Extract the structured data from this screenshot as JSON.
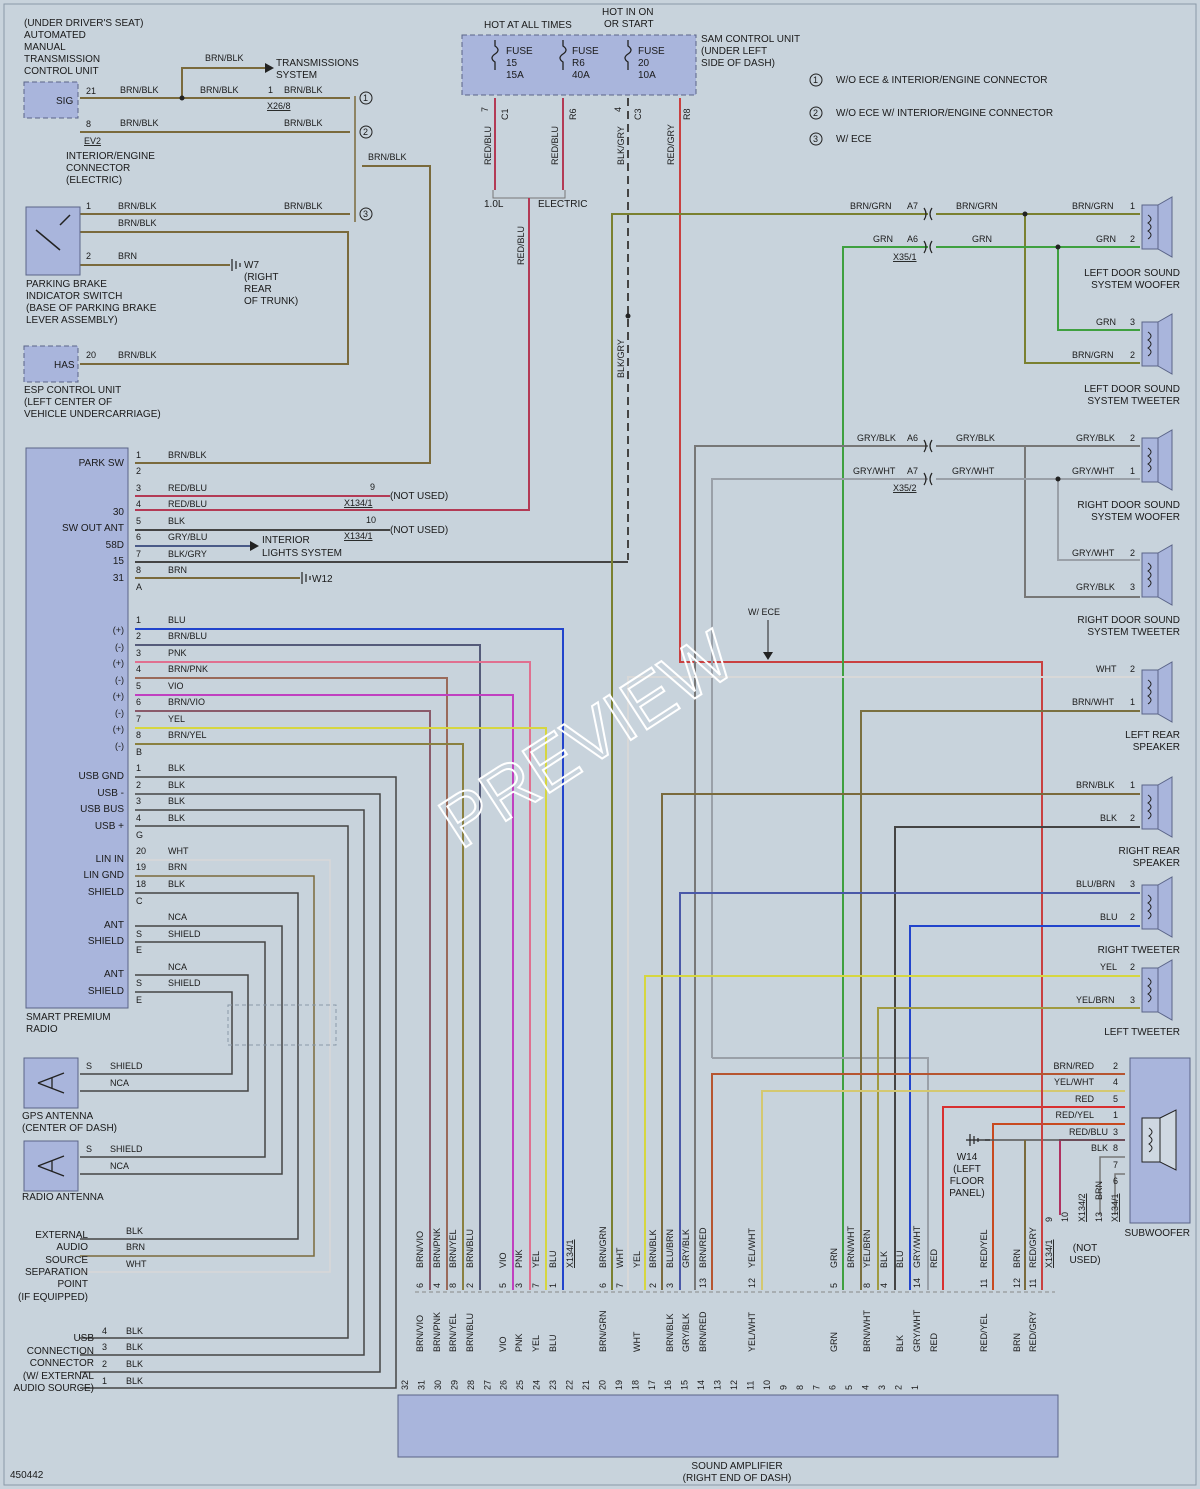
{
  "diagram": {
    "id": "450442",
    "watermark": "PREVIEW",
    "header": {
      "hot_all_times": "HOT AT ALL TIMES",
      "hot_in_on": "HOT IN ON",
      "or_start": "OR START",
      "sam_1": "SAM CONTROL UNIT",
      "sam_2": "(UNDER LEFT",
      "sam_3": "SIDE OF DASH)",
      "fuses": [
        {
          "label": "FUSE",
          "number": "15",
          "rating": "15A",
          "wire": "RED/BLU",
          "pin": "7",
          "conn": "C1"
        },
        {
          "label": "FUSE",
          "number": "R6",
          "rating": "40A",
          "wire": "RED/BLU",
          "pin": "",
          "conn": "R6"
        },
        {
          "label": "FUSE",
          "number": "20",
          "rating": "10A",
          "wire": "BLK/GRY",
          "pin": "4",
          "conn": "C3"
        },
        {
          "label": "",
          "number": "",
          "rating": "",
          "wire": "RED/GRY",
          "pin": "",
          "conn": "R8"
        }
      ],
      "engine_1": "1.0L",
      "engine_2": "ELECTRIC"
    },
    "legend": [
      {
        "num": "1",
        "text": "W/O ECE & INTERIOR/ENGINE CONNECTOR"
      },
      {
        "num": "2",
        "text": "W/O ECE W/ INTERIOR/ENGINE CONNECTOR"
      },
      {
        "num": "3",
        "text": "W/ ECE"
      }
    ],
    "left_top": {
      "tcu": [
        "(UNDER DRIVER'S SEAT)",
        "AUTOMATED",
        "MANUAL",
        "TRANSMISSION",
        "CONTROL UNIT"
      ],
      "sig": "SIG",
      "pin21": "21",
      "pin8": "8",
      "ev2": "EV2",
      "brnblk": "BRN/BLK",
      "brn": "BRN",
      "trans_1": "TRANSMISSIONS",
      "trans_2": "SYSTEM",
      "x268": "X26/8",
      "pin1": "1",
      "pin2": "2",
      "pin20": "20",
      "interior": [
        "INTERIOR/ENGINE",
        "CONNECTOR",
        "(ELECTRIC)"
      ],
      "parking": [
        "PARKING BRAKE",
        "INDICATOR SWITCH",
        "(BASE OF PARKING BRAKE",
        "LEVER ASSEMBLY)"
      ],
      "w7": [
        "W7",
        "(RIGHT",
        "REAR",
        "OF TRUNK)"
      ],
      "has": "HAS",
      "esp": [
        "ESP CONTROL UNIT",
        "(LEFT CENTER OF",
        "VEHICLE UNDERCARRIAGE)"
      ]
    },
    "radio": {
      "name_1": "SMART PREMIUM",
      "name_2": "RADIO",
      "labels": [
        "PARK SW",
        "30",
        "SW OUT ANT",
        "58D",
        "15",
        "31"
      ],
      "conn_a": [
        {
          "pin": "1",
          "wire": "BRN/BLK"
        },
        {
          "pin": "2",
          "wire": ""
        },
        {
          "pin": "3",
          "wire": "RED/BLU"
        },
        {
          "pin": "4",
          "wire": "RED/BLU"
        },
        {
          "pin": "5",
          "wire": "BLK"
        },
        {
          "pin": "6",
          "wire": "GRY/BLU"
        },
        {
          "pin": "7",
          "wire": "BLK/GRY"
        },
        {
          "pin": "8",
          "wire": "BRN"
        }
      ],
      "letter_a": "A",
      "not_used": "(NOT USED)",
      "x1341": "X134/1",
      "pin9": "9",
      "pin10": "10",
      "interior_lights_1": "INTERIOR",
      "interior_lights_2": "LIGHTS SYSTEM",
      "w12": "W12",
      "conn_b": [
        {
          "pol": "(+)",
          "pin": "1",
          "wire": "BLU"
        },
        {
          "pol": "(-)",
          "pin": "2",
          "wire": "BRN/BLU"
        },
        {
          "pol": "(+)",
          "pin": "3",
          "wire": "PNK"
        },
        {
          "pol": "(-)",
          "pin": "4",
          "wire": "BRN/PNK"
        },
        {
          "pol": "(+)",
          "pin": "5",
          "wire": "VIO"
        },
        {
          "pol": "(-)",
          "pin": "6",
          "wire": "BRN/VIO"
        },
        {
          "pol": "(+)",
          "pin": "7",
          "wire": "YEL"
        },
        {
          "pol": "(-)",
          "pin": "8",
          "wire": "BRN/YEL"
        }
      ],
      "letter_b": "B",
      "usb_labels": [
        "USB GND",
        "USB -",
        "USB BUS",
        "USB +"
      ],
      "conn_g": [
        {
          "pin": "1",
          "wire": "BLK"
        },
        {
          "pin": "2",
          "wire": "BLK"
        },
        {
          "pin": "3",
          "wire": "BLK"
        },
        {
          "pin": "4",
          "wire": "BLK"
        }
      ],
      "letter_g": "G",
      "lin_labels": [
        "LIN IN",
        "LIN GND",
        "SHIELD"
      ],
      "conn_c": [
        {
          "pin": "20",
          "wire": "WHT"
        },
        {
          "pin": "19",
          "wire": "BRN"
        },
        {
          "pin": "18",
          "wire": "BLK"
        }
      ],
      "letter_c": "C",
      "ant": "ANT",
      "shield": "SHIELD",
      "s": "S",
      "nca": "NCA",
      "letter_e": "E"
    },
    "antennas": {
      "gps_1": "GPS ANTENNA",
      "gps_2": "(CENTER OF DASH)",
      "radio_ant": "RADIO ANTENNA",
      "shield": "SHIELD",
      "nca": "NCA",
      "s": "S"
    },
    "external": {
      "lines": [
        "EXTERNAL",
        "AUDIO",
        "SOURCE",
        "SEPARATION",
        "POINT",
        "(IF EQUIPPED)"
      ],
      "wires": [
        "BLK",
        "BRN",
        "WHT"
      ]
    },
    "usb_conn": {
      "lines": [
        "USB",
        "CONNECTION",
        "CONNECTOR",
        "(W/ EXTERNAL",
        "AUDIO SOURCE)"
      ],
      "pins": [
        {
          "pin": "4",
          "wire": "BLK"
        },
        {
          "pin": "3",
          "wire": "BLK"
        },
        {
          "pin": "2",
          "wire": "BLK"
        },
        {
          "pin": "1",
          "wire": "BLK"
        }
      ]
    },
    "speakers": {
      "lw_woofer": [
        "LEFT DOOR SOUND",
        "SYSTEM WOOFER"
      ],
      "lw_tweeter": [
        "LEFT DOOR SOUND",
        "SYSTEM TWEETER"
      ],
      "rw_woofer": [
        "RIGHT DOOR SOUND",
        "SYSTEM WOOFER"
      ],
      "rw_tweeter": [
        "RIGHT DOOR SOUND",
        "SYSTEM TWEETER"
      ],
      "left_rear": [
        "LEFT REAR",
        "SPEAKER"
      ],
      "right_rear": [
        "RIGHT REAR",
        "SPEAKER"
      ],
      "right_tweeter": "RIGHT TWEETER",
      "left_tweeter": "LEFT TWEETER",
      "subwoofer": "SUBWOOFER",
      "brngrn": "BRN/GRN",
      "grn": "GRN",
      "a7": "A7",
      "a6": "A6",
      "x351": "X35/1",
      "x352": "X35/2",
      "grybl": "GRY/BLK",
      "grywht": "GRY/WHT",
      "wht": "WHT",
      "brnwht": "BRN/WHT",
      "brnblk": "BRN/BLK",
      "blk": "BLK",
      "blubrn": "BLU/BRN",
      "blu": "BLU",
      "yel": "YEL",
      "yelbrn": "YEL/BRN",
      "p1": "1",
      "p2": "2",
      "p3": "3",
      "wece": "W/ ECE"
    },
    "subwoofer_pins": [
      {
        "wire": "BRN/RED",
        "pin": "2"
      },
      {
        "wire": "YEL/WHT",
        "pin": "4"
      },
      {
        "wire": "RED",
        "pin": "5"
      },
      {
        "wire": "RED/YEL",
        "pin": "1"
      },
      {
        "wire": "RED/BLU",
        "pin": "3"
      },
      {
        "wire": "BLK",
        "pin": "8"
      },
      {
        "wire": "",
        "pin": "7"
      },
      {
        "wire": "",
        "pin": "6"
      }
    ],
    "w14": [
      "W14",
      "(LEFT",
      "FLOOR",
      "PANEL)"
    ],
    "sub_bottom": {
      "p9": "9",
      "p10": "10",
      "x1342": "X134/2",
      "p13": "13",
      "brn": "BRN",
      "x1341": "X134/1",
      "not_used_1": "(NOT",
      "not_used_2": "USED)"
    },
    "amp": {
      "name_1": "SOUND AMPLIFIER",
      "name_2": "(RIGHT END OF DASH)",
      "pins": [
        "32",
        "31",
        "30",
        "29",
        "28",
        "27",
        "26",
        "25",
        "24",
        "23",
        "22",
        "21",
        "20",
        "19",
        "18",
        "17",
        "16",
        "15",
        "14",
        "13",
        "12",
        "11",
        "10",
        "9",
        "8",
        "7",
        "6",
        "5",
        "4",
        "3",
        "2",
        "1"
      ],
      "upper_wires": [
        "BRN/VIO",
        "BRN/PNK",
        "BRN/YEL",
        "BRN/BLU",
        "VIO",
        "PNK",
        "YEL",
        "BLU",
        "X134/1",
        "BRN/GRN",
        "WHT",
        "YEL",
        "BRN/BLK",
        "BLU/BRN",
        "GRY/BLK",
        "BRN/RED",
        "YEL/WHT",
        "GRN",
        "BRN/WHT",
        "YEL/BRN",
        "BLK",
        "BLU",
        "GRY/WHT",
        "RED",
        "RED/YEL",
        "BRN",
        "RED/GRY",
        "X134/1"
      ],
      "upper_pins": [
        "6",
        "4",
        "8",
        "2",
        "5",
        "3",
        "7",
        "1",
        "",
        "6",
        "7",
        "",
        "2",
        "3",
        "",
        "13",
        "12",
        "5",
        "",
        "8",
        "4",
        "",
        "14",
        "",
        "11",
        "12",
        "11",
        ""
      ],
      "lower_wires": [
        "BRN/VIO",
        "BRN/PNK",
        "BRN/YEL",
        "BRN/BLU",
        "VIO",
        "PNK",
        "YEL",
        "BLU",
        "BRN/GRN",
        "WHT",
        "BRN/BLK",
        "GRY/BLK",
        "BRN/RED",
        "YEL/WHT",
        "GRN",
        "BRN/WHT",
        "BLK",
        "GRY/WHT",
        "RED",
        "RED/YEL",
        "BRN",
        "RED/GRY"
      ]
    }
  }
}
